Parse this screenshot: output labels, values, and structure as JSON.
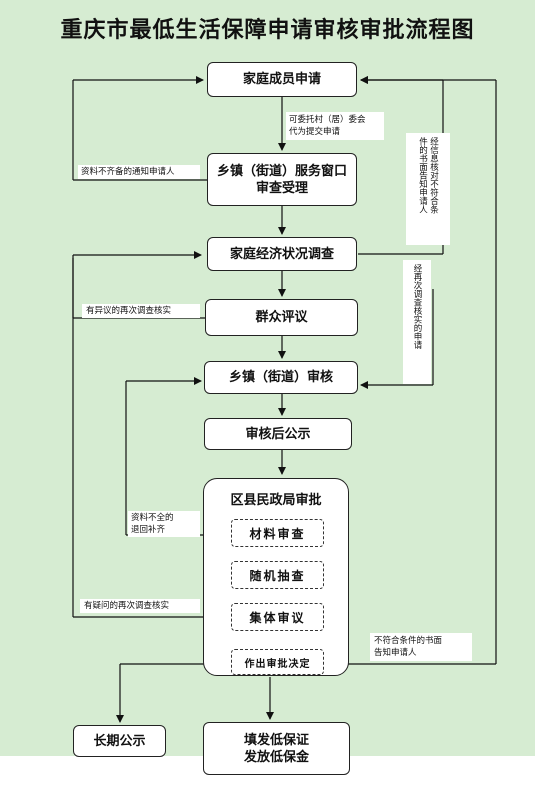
{
  "title": "重庆市最低生活保障申请审核审批流程图",
  "nodes": {
    "apply": "家庭成员申请",
    "window_line1": "乡镇（街道）服务窗口",
    "window_line2": "审查受理",
    "survey": "家庭经济状况调查",
    "mass_review": "群众评议",
    "town_review": "乡镇（街道）审核",
    "publicity": "审核后公示",
    "district_title": "区县民政局审批",
    "sub_materials": "材料审查",
    "sub_random": "随机抽查",
    "sub_collective": "集体审议",
    "sub_decision": "作出审批决定",
    "long_term": "长期公示",
    "issue_line1": "填发低保证",
    "issue_line2": "发放低保金"
  },
  "notes": {
    "entrust_line1": "可委托村（居）委会",
    "entrust_line2": "代为提交申请",
    "incomplete_notice": "资料不齐备的通知申请人",
    "objection_resurvey": "有异议的再次调查核实",
    "incomplete_return_line1": "资料不全的",
    "incomplete_return_line2": "退回补齐",
    "doubt_resurvey": "有疑问的再次调查核实",
    "reject_line1": "不符合条件的书面",
    "reject_line2": "告知申请人",
    "review_reject_cols": [
      "经信息核对不符合条",
      "件的书面告知申请人"
    ],
    "resurvey_verify_cols": [
      "经再次调查核实的申请"
    ]
  }
}
